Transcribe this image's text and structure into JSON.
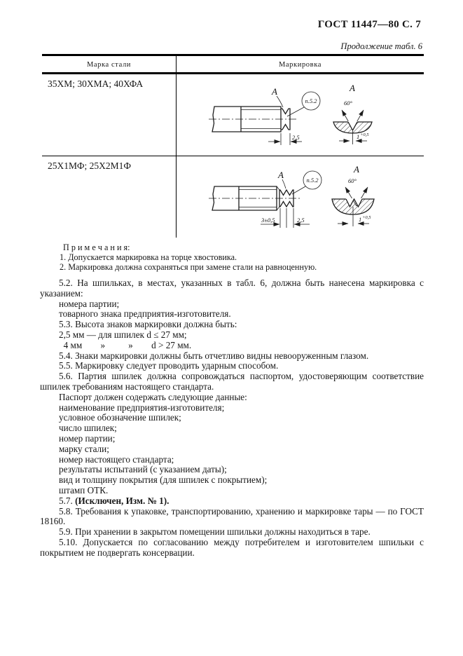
{
  "page": {
    "gost_header": "ГОСТ 11447—80 С. 7",
    "continuation": "Продолжение табл. 6"
  },
  "table": {
    "headers": {
      "steel": "Марка стали",
      "marking": "Маркировка"
    },
    "rows": [
      {
        "steel": "35ХМ; 30ХМА; 40ХФА"
      },
      {
        "steel": "25Х1МФ; 25Х2М1Ф"
      }
    ]
  },
  "drawing1": {
    "view_label": "А",
    "callout": "п.5.2",
    "width_dim": "2,5",
    "detail_label": "А",
    "angle": "60°",
    "depth_base": "1",
    "depth_tol": "+0,5"
  },
  "drawing2": {
    "view_label": "А",
    "callout": "п.5.2",
    "spacing_dim": "3±0,5",
    "width_dim": "2,5",
    "detail_label": "А",
    "angle": "60°",
    "depth_base": "1",
    "depth_tol": "+0,5"
  },
  "notes": {
    "title": "П р и м е ч а н и я:",
    "item1": "1. Допускается маркировка на торце хвостовика.",
    "item2": "2. Маркировка должна сохраняться при замене стали на равноценную."
  },
  "body": {
    "p52": "5.2. На шпильках, в местах, указанных в табл. 6, должна быть нанесена маркировка с указанием:",
    "p52_item1": "номера партии;",
    "p52_item2": "товарного знака предприятия-изготовителя.",
    "p53": "5.3. Высота знаков маркировки должна быть:",
    "p53_line1": "2,5 мм — для шпилек d ≤ 27 мм;",
    "p53_line2": "  4 мм        »          »        d > 27 мм.",
    "p54": "5.4. Знаки маркировки должны быть отчетливо видны невооруженным глазом.",
    "p55": "5.5. Маркировку следует проводить ударным способом.",
    "p56": "5.6. Партия шпилек должна сопровождаться паспортом, удостоверяющим соответствие шпилек требованиям настоящего стандарта.",
    "p56b": "Паспорт должен содержать следующие данные:",
    "list": [
      "наименование предприятия-изготовителя;",
      "условное обозначение шпилек;",
      "число шпилек;",
      "номер партии;",
      "марку стали;",
      "номер настоящего стандарта;",
      "результаты испытаний (с указанием даты);",
      "вид и толщину покрытия (для шпилек с покрытием);",
      "штамп ОТК."
    ],
    "p57_pre": "5.7. ",
    "p57_bold": "(Исключен, Изм. № 1).",
    "p58": "5.8. Требования к упаковке, транспортированию, хранению и маркировке тары — по ГОСТ 18160.",
    "p59": "5.9. При хранении в закрытом помещении шпильки должны находиться в таре.",
    "p510": "5.10. Допускается по согласованию между потребителем и изготовителем шпильки с покрытием не подвергать консервации."
  }
}
